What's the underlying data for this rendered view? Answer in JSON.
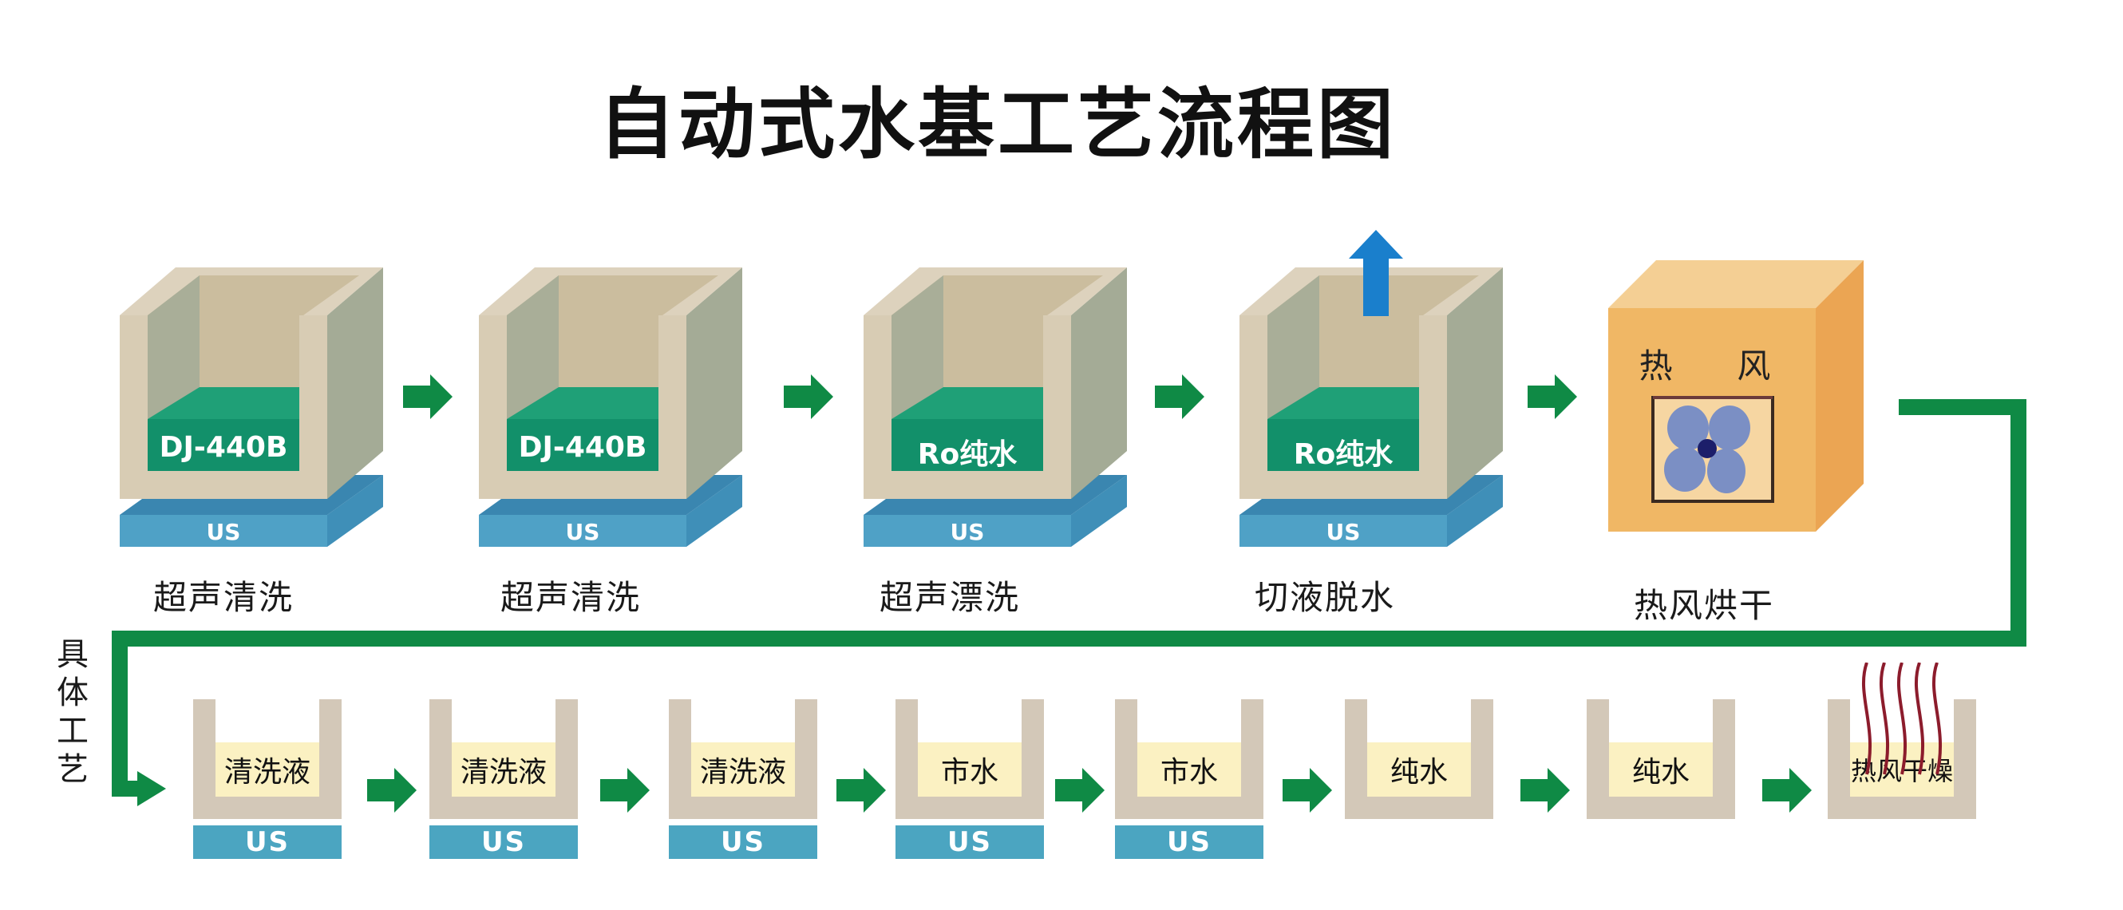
{
  "title": "自动式水基工艺流程图",
  "colors": {
    "flow_green": "#0f8a45",
    "tank_frame": "#d8ccb4",
    "tank_side": "#a4ab96",
    "tank_back": "#cbbd9e",
    "liquid_green": "#12906a",
    "us_blue": "#3f8fb8",
    "dryer_orange": "#f0b765",
    "exhaust_blue": "#1a7fcc",
    "bottom_liquid": "#fbf1c2",
    "bottom_us": "#4ba5c1",
    "fan_blade": "#7b8fc4",
    "heat_wave": "#8c1c2c"
  },
  "top_row": {
    "steps": [
      {
        "liquid_label": "DJ-440B",
        "base_label": "US",
        "caption": "超声清洗",
        "type": "tank"
      },
      {
        "liquid_label": "DJ-440B",
        "base_label": "US",
        "caption": "超声清洗",
        "type": "tank"
      },
      {
        "liquid_label": "Ro纯水",
        "base_label": "US",
        "caption": "超声漂洗",
        "type": "tank"
      },
      {
        "liquid_label": "Ro纯水",
        "base_label": "US",
        "caption": "切液脱水",
        "type": "tank",
        "exhaust_arrow": true
      },
      {
        "box_label": "热  风",
        "caption": "热风烘干",
        "type": "dryer",
        "icon": "fan-icon"
      }
    ]
  },
  "side_label": [
    "具",
    "体",
    "工",
    "艺"
  ],
  "bottom_row": {
    "steps": [
      {
        "liquid_label": "清洗液",
        "base_label": "US"
      },
      {
        "liquid_label": "清洗液",
        "base_label": "US"
      },
      {
        "liquid_label": "清洗液",
        "base_label": "US"
      },
      {
        "liquid_label": "市水",
        "base_label": "US"
      },
      {
        "liquid_label": "市水",
        "base_label": "US"
      },
      {
        "liquid_label": "纯水",
        "base_label": null
      },
      {
        "liquid_label": "纯水",
        "base_label": null
      },
      {
        "liquid_label": "热风干燥",
        "base_label": null,
        "heat_waves": true
      }
    ]
  }
}
